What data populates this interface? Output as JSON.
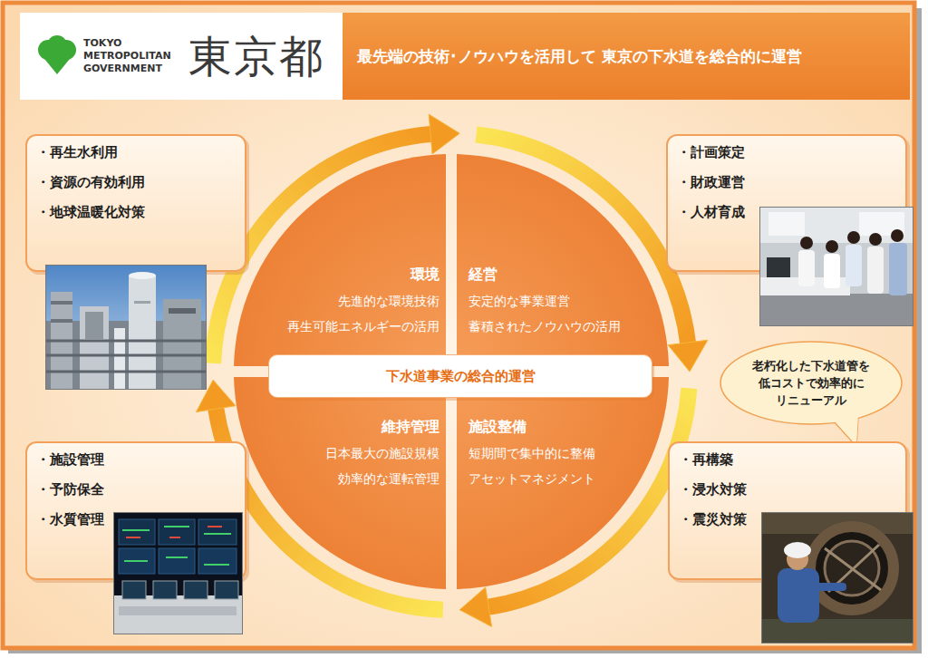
{
  "diagram": {
    "title": "最先端の技術･ノウハウを活用して 東京の下水道を総合的に運営",
    "nodes": [
      {
        "text": [
          "TOKYO METROPOLITAN GOVERNMENT",
          "東京都"
        ]
      },
      {
        "text": [
          "・再生水利用",
          "・資源の有効利用",
          "・地球温暖化対策"
        ]
      },
      {
        "text": [
          "・計画策定",
          "・財政運営",
          "・人材育成"
        ]
      },
      {
        "text": [
          "環境",
          "先進的な環境技術",
          "再生可能エネルギーの活用"
        ]
      },
      {
        "text": [
          "経営",
          "安定的な事業運営",
          "蓄積されたノウハウの活用"
        ]
      },
      {
        "text": [
          "下水道事業の総合的運営"
        ]
      },
      {
        "text": [
          "老朽化した下水道管を 低コストで効率的に リニューアル"
        ]
      },
      {
        "text": [
          "維持管理",
          "日本最大の施設規模",
          "効率的な運転管理"
        ]
      },
      {
        "text": [
          "施設整備",
          "短期間で集中的に整備",
          "アセットマネジメント"
        ]
      },
      {
        "text": [
          "・施設管理",
          "・予防保全",
          "・水質管理"
        ]
      },
      {
        "text": [
          "・再構築",
          "・浸水対策",
          "・震災対策"
        ]
      }
    ]
  }
}
